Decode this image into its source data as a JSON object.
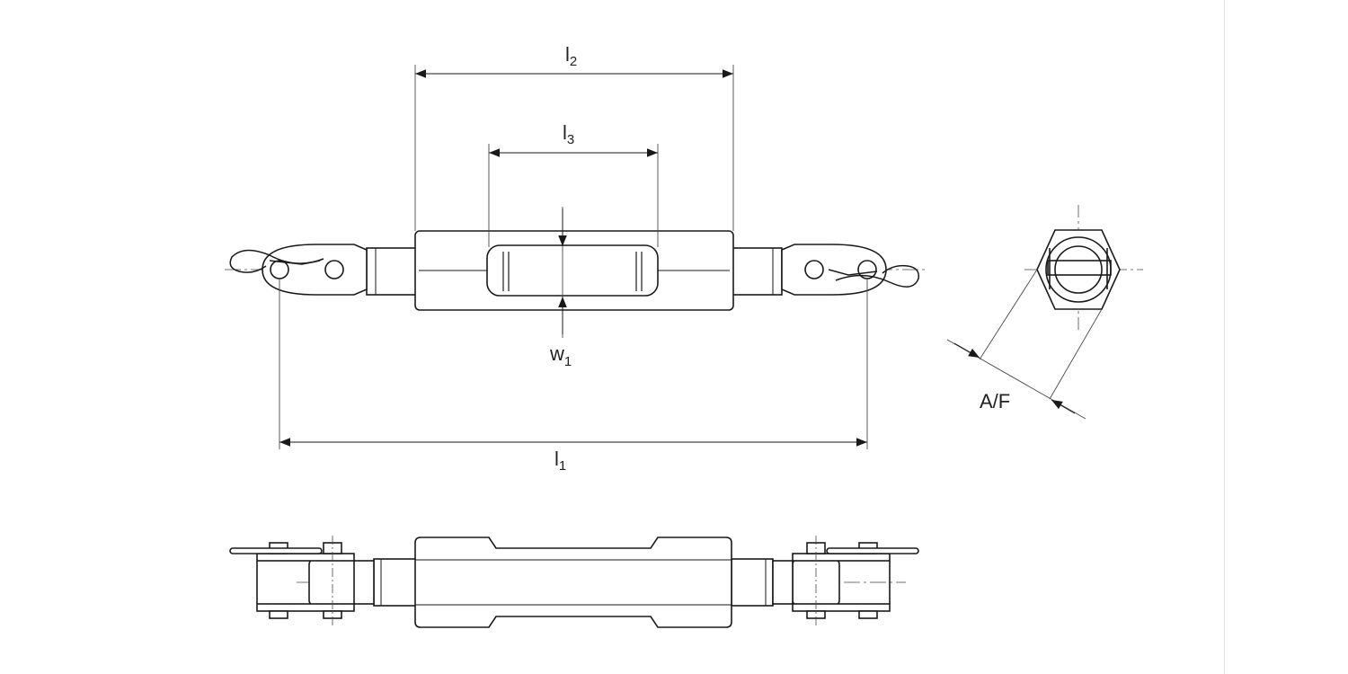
{
  "dimensions": {
    "l2": {
      "symbol": "l",
      "subscript": "2"
    },
    "l3": {
      "symbol": "l",
      "subscript": "3"
    },
    "w1": {
      "symbol": "w",
      "subscript": "1"
    },
    "l1": {
      "symbol": "l",
      "subscript": "1"
    },
    "af": {
      "text": "A/F"
    }
  },
  "colors": {
    "line": "#1a1a1a",
    "thin": "#4a4a4a",
    "fill": "#ffffff"
  }
}
